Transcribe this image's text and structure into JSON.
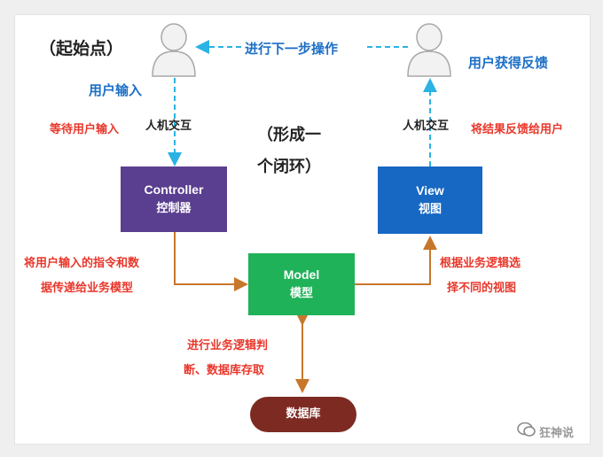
{
  "colors": {
    "controller": "#5a3e8f",
    "view": "#1668c3",
    "model": "#1fb258",
    "database": "#7d2a22",
    "arrow_cyan": "#2ab3e3",
    "arrow_orange": "#c7772c",
    "label_red": "#e8372b",
    "label_blue": "#1c6fc6"
  },
  "labels": {
    "origin": "（起始点）",
    "next_step": "进行下一步操作",
    "user_input": "用户输入",
    "user_feedback": "用户获得反馈",
    "wait_input": "等待用户输入",
    "hci_left": "人机交互",
    "hci_right": "人机交互",
    "send_result": "将结果反馈给用户",
    "loop_line1": "（形成一",
    "loop_line2": "个闭环）",
    "pass_line1": "将用户输入的指令和数",
    "pass_line2": "据传递给业务模型",
    "select_line1": "根据业务逻辑选",
    "select_line2": "择不同的视图",
    "logic_line1": "进行业务逻辑判",
    "logic_line2": "断、数据库存取"
  },
  "boxes": {
    "controller": {
      "title": "Controller",
      "subtitle": "控制器"
    },
    "view": {
      "title": "View",
      "subtitle": "视图"
    },
    "model": {
      "title": "Model",
      "subtitle": "模型"
    },
    "database": {
      "title": "数据库"
    }
  },
  "icons": {
    "user_left": "user-icon",
    "user_right": "user-icon",
    "wechat": "wechat-icon"
  },
  "watermark": {
    "brand": "狂神说"
  }
}
